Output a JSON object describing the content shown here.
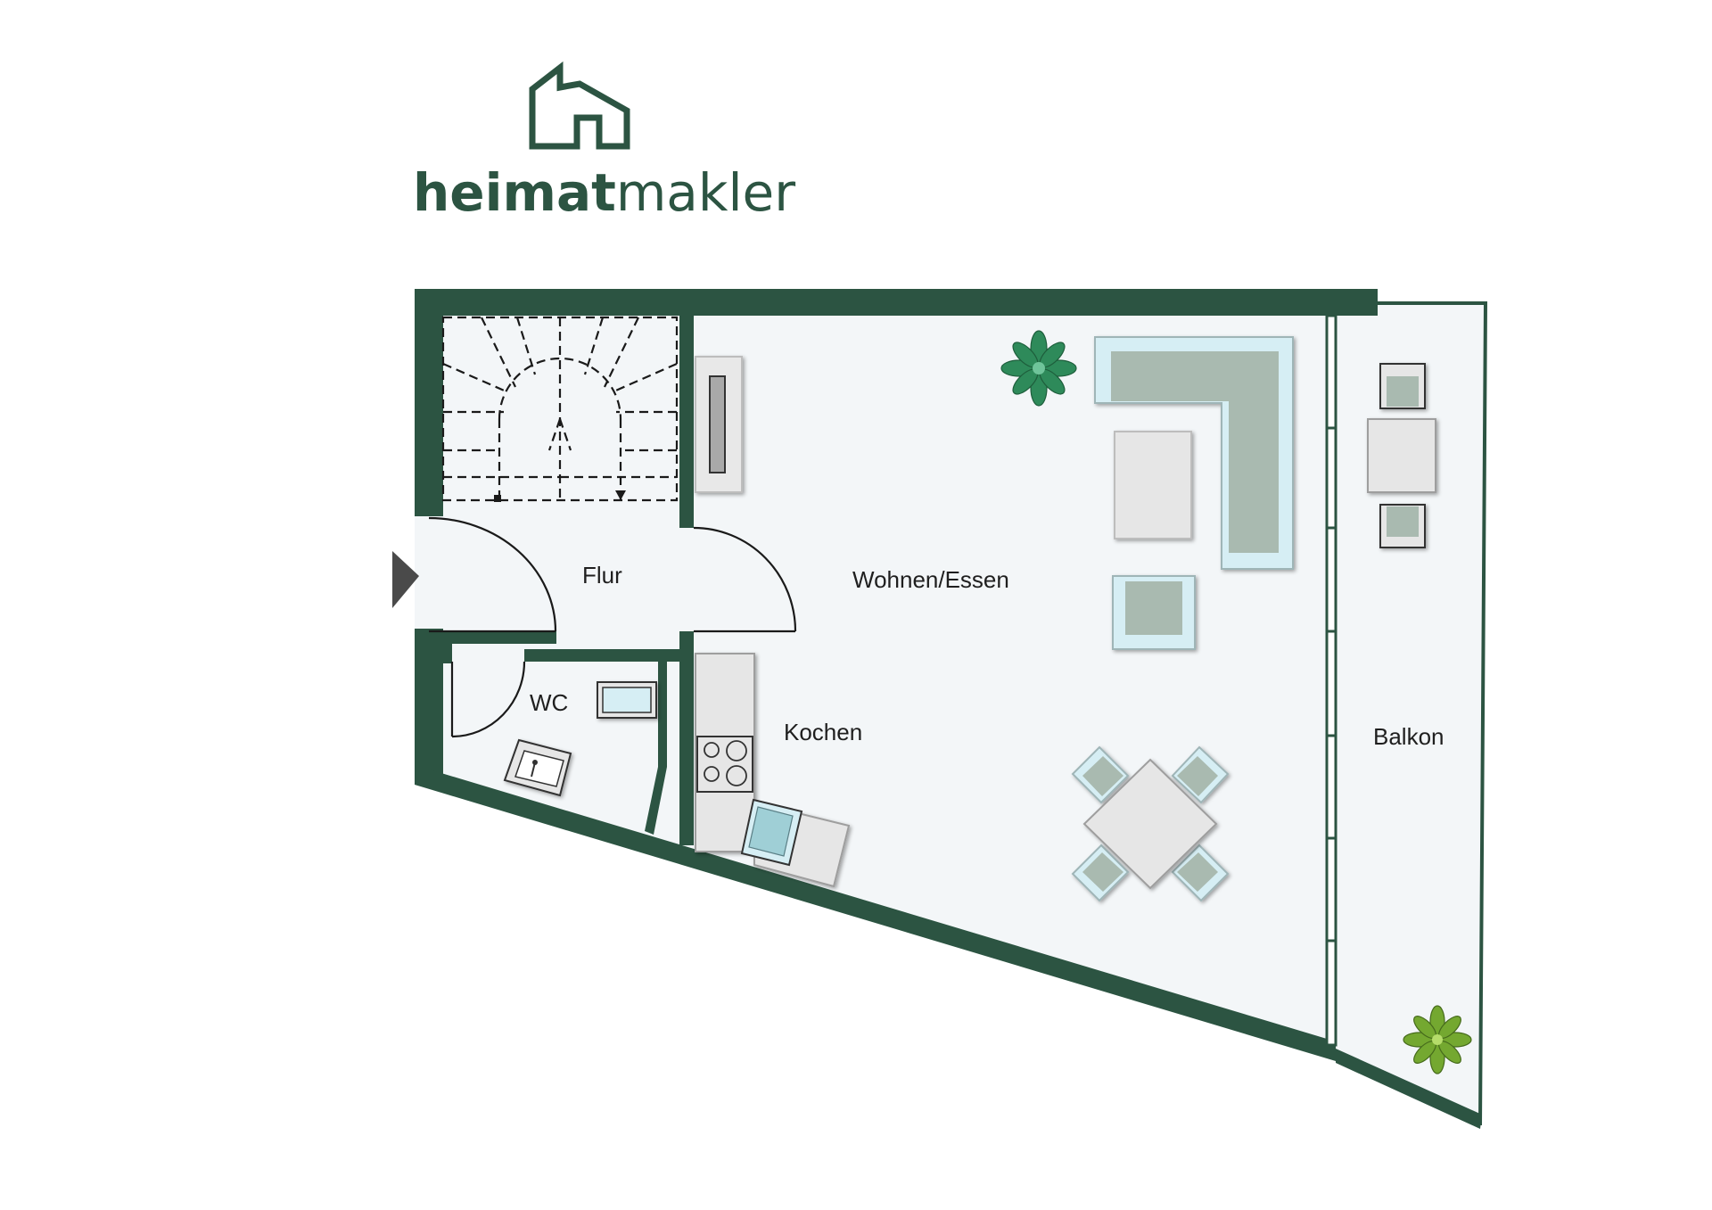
{
  "brand": {
    "name_bold": "heimat",
    "name_light": "makler",
    "logo_icon": "house-outline-icon"
  },
  "rooms": {
    "flur": "Flur",
    "wohnen": "Wohnen/Essen",
    "wc": "WC",
    "kochen": "Kochen",
    "balkon": "Balkon"
  },
  "icons": {
    "entrance": "entrance-arrow-icon",
    "plant": "plant-icon",
    "stove": "stove-icon",
    "sink": "sink-icon"
  },
  "colors": {
    "wall": "#2c5442",
    "floor": "#f3f6f8",
    "sofa": "#a9bab0",
    "sofa_edge": "#d6eef4",
    "furniture": "#e6e6e6",
    "brand": "#2c5442"
  }
}
